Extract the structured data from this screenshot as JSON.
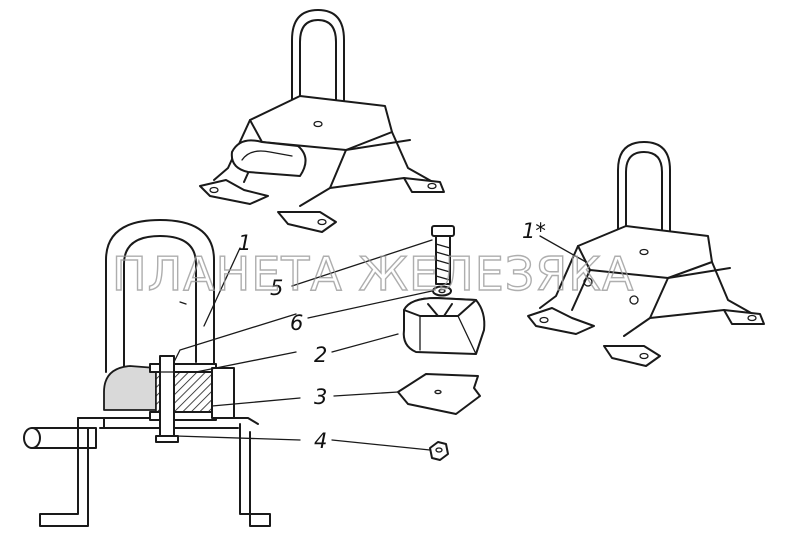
{
  "watermark": "ПЛАНЕТА ЖЕЛЕЗЯКА",
  "callouts": {
    "c1": "1",
    "c1star": "1*",
    "c2": "2",
    "c3": "3",
    "c4": "4",
    "c5": "5",
    "c6": "6"
  },
  "colors": {
    "line": "#1a1a1a",
    "watermark": "#9a9a9a",
    "background": "#ffffff"
  }
}
